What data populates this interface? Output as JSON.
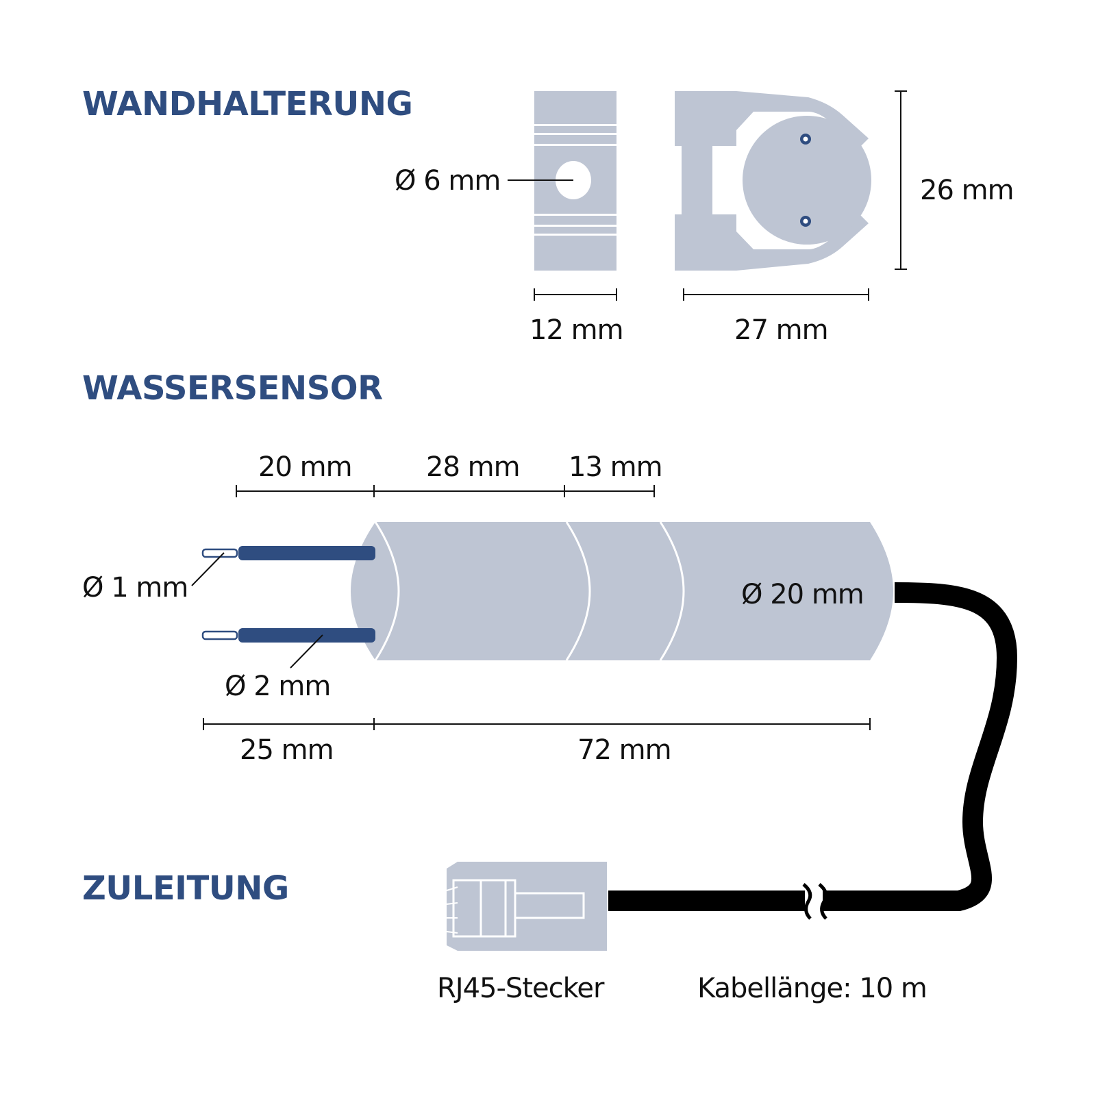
{
  "sections": {
    "wall_mount": {
      "title": "WANDHALTERUNG",
      "hole_diameter": "Ø 6 mm",
      "front_width": "12 mm",
      "side_width": "27 mm",
      "height": "26 mm"
    },
    "water_sensor": {
      "title": "WASSERSENSOR",
      "segment_1": "20 mm",
      "segment_2": "28 mm",
      "segment_3": "13 mm",
      "pin_tip_diameter": "Ø 1 mm",
      "pin_diameter": "Ø 2 mm",
      "body_diameter": "Ø 20 mm",
      "pin_length": "25 mm",
      "body_length": "72 mm"
    },
    "cable": {
      "title": "ZULEITUNG",
      "connector_label": "RJ45-Stecker",
      "cable_length_label": "Kabellänge: 10 m"
    }
  },
  "colors": {
    "heading": "#2f4d80",
    "part_fill": "#bec5d3",
    "pin_blue": "#2f4d80",
    "cable": "#000000",
    "dimension_line": "#111111"
  }
}
